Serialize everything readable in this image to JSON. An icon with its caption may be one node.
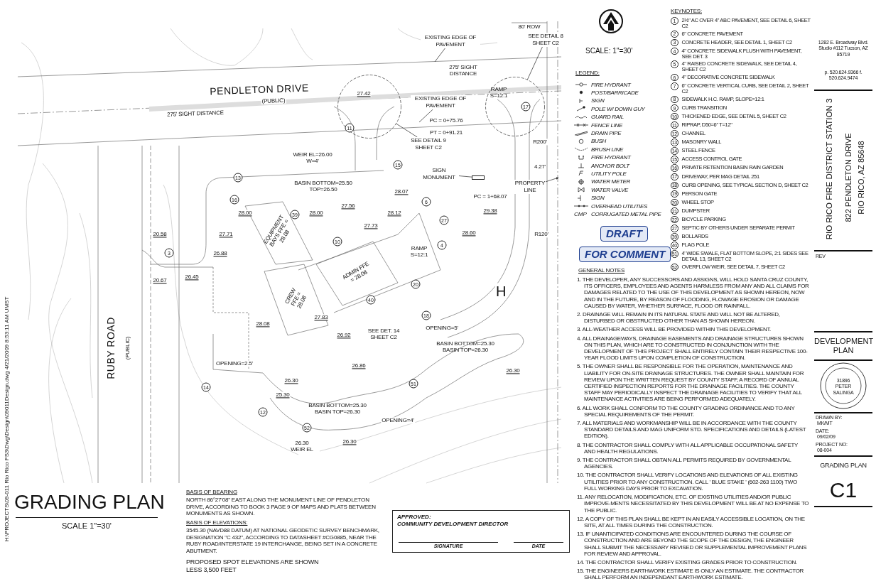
{
  "diagram": {
    "title": "GRADING PLAN",
    "nodes": [
      {
        "text": [
          "APPROVED:",
          "COMMUNITY DEVELOPMENT DIRECTOR",
          "SIGNATURE",
          "DATE"
        ]
      },
      {
        "text": [
          "DRAFT"
        ]
      },
      {
        "text": [
          "FOR COMMENT"
        ]
      },
      {
        "text": [
          "SIGN MONUMENT"
        ]
      },
      {
        "text": [],
        "shape": "box"
      },
      {
        "text": [
          "PROPERTY LINE"
        ]
      },
      {
        "text": [
          "SEE DETAIL 9 SHEET C2"
        ]
      },
      {
        "text": [],
        "shape": "circle"
      },
      {
        "text": [
          "SEE DETAIL 8 SHEET C2"
        ]
      },
      {
        "text": [],
        "shape": "circle"
      },
      {
        "text": [
          "EXISTING EDGE OF PAVEMENT"
        ]
      },
      {
        "text": [
          "EXISTING EDGE OF PAVEMENT"
        ]
      }
    ],
    "edges": [
      {
        "from": 3,
        "to": 4,
        "arrow": "none"
      },
      {
        "from": 5,
        "to": null,
        "arrow": "to"
      },
      {
        "from": 6,
        "to": 7,
        "arrow": "none"
      },
      {
        "from": 8,
        "to": 9,
        "arrow": "none"
      },
      {
        "from": 10,
        "to": null,
        "arrow": "none"
      },
      {
        "from": 11,
        "to": null,
        "arrow": "none"
      }
    ],
    "labels": [
      "H:\\PROJECTS\\09-011 Rio Rico FS3\\Dwg\\Design\\09011Design.dwg   4/21/2009   8:53:11 AM UMST",
      "PENDLETON DRIVE",
      "(PUBLIC)",
      "275' SIGHT DISTANCE",
      "275' SIGHT DISTANCE",
      "80' ROW",
      "RUBY ROAD",
      "(PUBLIC)",
      "EQUIPMENT BAYS FFE = 28.08",
      "ADMIN FFE = 28.08",
      "CREW FFE = 28.08",
      "WEIR EL=26.00 W=4'",
      "BASIN BOTTOM=25.50 TOP=26.50",
      "RAMP S=12:1",
      "RAMP S=12:1",
      "BASIN BOTTOM=25.30 BASIN TOP=26.30",
      "BASIN BOTTOM=25.30 BASIN TOP=26.30",
      "OPENING=5'",
      "OPENING=2.5'",
      "OPENING=4'",
      "SEE DET. 14 SHEET C2",
      "26.30 WEIR EL",
      "H",
      "PC = 0+75.76",
      "PT = 0+91.21",
      "PC = 1+68.07",
      "R120'",
      "R200'",
      "4.27'",
      "28.00",
      "27.71",
      "26.88",
      "26.45",
      "28.00",
      "27.56",
      "27.73",
      "28.12",
      "29.38",
      "28.60",
      "28.08",
      "27.83",
      "26.92",
      "26.86",
      "26.30",
      "25.30",
      "26.30",
      "26.30",
      "20.58",
      "20.67",
      "27.42",
      "28.07",
      "13",
      "16",
      "15",
      "6",
      "10",
      "27",
      "4",
      "20",
      "40",
      "18",
      "51",
      "52",
      "12",
      "14",
      "3",
      "11",
      "17",
      "39",
      "SCALE: 1\"=30'",
      "LEGEND:",
      "KEYNOTES:",
      "1",
      "2½\" AC OVER 4\" ABC PAVEMENT, SEE DETAIL 6, SHEET C2",
      "2",
      "6\" CONCRETE PAVEMENT",
      "3",
      "CONCRETE HEADER, SEE DETAIL 1, SHEET C2",
      "4",
      "4\" CONCRETE SIDEWALK FLUSH WITH PAVEMENT, SEE DET. 3",
      "5",
      "4\" RAISED CONCRETE SIDEWALK, SEE DETAIL 4, SHEET C2",
      "6",
      "4\" DECORATIVE CONCRETE SIDEWALK",
      "7",
      "6\" CONCRETE VERTICAL CURB, SEE DETAIL 2, SHEET C2",
      "8",
      "SIDEWALK H.C. RAMP, SLOPE=12:1",
      "9",
      "CURB TRANSITION",
      "10",
      "THICKENED EDGE, SEE DETAIL 5, SHEET C2",
      "11",
      "RIPRAP, D50=6\" T=12\"",
      "12",
      "CHANNEL",
      "13",
      "MASONRY WALL",
      "14",
      "STEEL FENCE",
      "15",
      "ACCESS CONTROL GATE",
      "16",
      "PRIVATE RETENTION BASIN RAIN GARDEN",
      "17",
      "DRIVEWAY, PER MAG DETAIL 251",
      "18",
      "CURB OPENING, SEE TYPICAL SECTION D, SHEET C2",
      "19",
      "PERSON GATE",
      "20",
      "WHEEL STOP",
      "21",
      "DUMPSTER",
      "22",
      "BICYCLE PARKING",
      "27",
      "SEPTIC BY OTHERS UNDER SEPARATE PERMIT",
      "39",
      "BOLLARDS",
      "40",
      "FLAG POLE",
      "51",
      "4' WIDE SWALE, FLAT BOTTOM SLOPE, 2:1 SIDES SEE DETAIL 13, SHEET C2",
      "52",
      "OVERFLOW WEIR, SEE DETAIL 7, SHEET C2",
      "GENERAL NOTES",
      "1. THE DEVELOPER, ANY SUCCESSORS AND ASSIGNS, WILL HOLD SANTA CRUZ COUNTY, ITS OFFICERS, EMPLOYEES AND AGENTS HARMLESS FROM ANY AND ALL CLAIMS FOR DAMAGES RELATED TO THE USE OF THIS DEVELOPMENT AS SHOWN HEREON, NOW AND IN THE FUTURE, BY REASON OF FLOODING, FLOWAGE EROSION OR DAMAGE CAUSED BY WATER, WHETHER SURFACE, FLOOD OR RAINFALL.",
      "2. DRAINAGE WILL REMAIN IN ITS NATURAL STATE AND WILL NOT BE ALTERED, DISTURBED OR OBSTRUCTED OTHER THAN AS SHOWN HEREON.",
      "3. ALL-WEATHER ACCESS WILL BE PROVIDED WITHIN THIS DEVELOPMENT.",
      "4. ALL DRAINAGEWAYS, DRAINAGE EASEMENTS AND DRAINAGE STRUCTURES SHOWN ON THIS PLAN, WHICH ARE TO CONSTRUCTED IN CONJUNCTION WITH THE DEVELOPMENT OF THIS PROJECT SHALL ENTIRELY CONTAIN THEIR RESPECTIVE 100-YEAR FLOOD LIMITS UPON COMPLETION OF CONSTRUCTION.",
      "5. THE OWNER SHALL BE RESPONSIBLE FOR THE OPERATION, MAINTENANCE AND LIABILITY FOR ON-SITE DRAINAGE STRUCTURES. THE OWNER SHALL MAINTAIN FOR REVIEW UPON THE WRITTEN REQUEST BY COUNTY STAFF, A RECORD OF ANNUAL CERTIFIED INSPECTION REPORTS FOR THE DRAINAGE FACILITIES. THE COUNTY STAFF MAY PERIODICALLY INSPECT THE DRAINAGE FACILITIES TO VERIFY THAT ALL MAINTENANCE ACTIVITIES ARE BEING PERFORMED ADEQUATELY.",
      "6. ALL WORK SHALL CONFORM TO THE COUNTY GRADING ORDINANCE AND TO ANY SPECIAL REQUIREMENTS OF THE PERMIT.",
      "7. ALL MATERIALS AND WORKMANSHIP WILL BE IN ACCORDANCE WITH THE COUNTY STANDARD DETAILS AND MAG UNIFORM STD. SPECIFICATIONS AND DETAILS (LATEST EDITION).",
      "8. THE CONTRACTOR SHALL COMPLY WITH ALL APPLICABLE OCCUPATIONAL SAFETY AND HEALTH REGULATIONS.",
      "9. THE CONTRACTOR SHALL OBTAIN ALL PERMITS REQUIRED BY GOVERNMENTAL AGENCIES.",
      "10. THE CONTRACTOR SHALL VERIFY LOCATIONS AND ELEVATIONS OF ALL EXISTING UTILITIES PRIOR TO ANY CONSTRUCTION. CALL ' BLUE STAKE ' (602-263 1100) TWO FULL WORKING DAYS PRIOR TO EXCAVATION.",
      "11. ANY RELOCATION, MODIFICATION, ETC. OF EXISTING UTILITIES AND/OR PUBLIC IMPROVE-MENTS NECESSITATED BY THIS DEVELOPMENT WILL BE AT NO EXPENSE TO THE PUBLIC.",
      "12. A COPY OF THIS PLAN SHALL BE KEPT IN AN EASILY ACCESSIBLE LOCATION, ON THE SITE, AT ALL TIMES DURING THE CONSTRUCTION.",
      "13. IF UNANTICIPATED CONDITIONS ARE ENCOUNTERED DURING THE COURSE OF CONSTRUCTION AND ARE BEYOND THE SCOPE OF THE DESIGN, THE ENGINEER SHALL SUBMIT THE NECESSARY REVISED OR SUPPLEMENTAL IMPROVEMENT PLANS FOR REVIEW AND APPROVAL.",
      "14. THE CONTRACTOR SHALL VERIFY EXISTING GRADES PRIOR TO CONSTRUCTION.",
      "15. THE ENGINEERS EARTHWORK ESTIMATE IS ONLY AN ESTIMATE. THE CONTRACTOR SHALL PERFORM AN INDEPENDANT EARTHWORK ESTIMATE.",
      "1282 E. Broadway Blvd. Studio #112 Tucson, AZ 85719",
      "p. 520.624.9366 f. 520.624.9474",
      "RIO RICO FIRE DISTRICT STATION 3",
      "822 PENDLETON DRIVE",
      "RIO RICO, AZ 85648",
      "REV",
      "DEVELOPMENT PLAN",
      "31896 PETER SALINGA",
      "DRAWN BY:",
      "MK/MT",
      "DATE:",
      "09/02/09",
      "PROJECT NO:",
      "08-004",
      "GRADING PLAN",
      "C1",
      "SCALE 1\"=30'",
      "BASIS OF BEARING",
      "NORTH 86°27'08\" EAST ALONG THE MONUMENT LINE OF PENDLETON DRIVE, ACCORDING TO BOOK 3 PAGE 9 OF MAPS AND PLATS BETWEEN MONUMENTS AS SHOWN.",
      "BASIS OF ELEVATIONS:",
      "3545.30 (NAVD88 DATUM) AT NATIONAL GEODETIC SURVEY BENCHMARK, DESIGNATION \"C 432\", ACCORDING TO DATASHEET #CG0885, NEAR THE RUBY ROAD/INTERSTATE 19 INTERCHANGE, BEING SET IN A CONCRETE ABUTMENT.",
      "PROPOSED SPOT ELEVATIONS ARE SHOWN LESS 3,500 FEET",
      "CMP"
    ],
    "legend": [
      {
        "text": "FIRE HYDRANT"
      },
      {
        "text": "POST/BARRICADE"
      },
      {
        "text": "SIGN"
      },
      {
        "text": "POLE W/ DOWN GUY"
      },
      {
        "text": "GUARD RAIL"
      },
      {
        "text": "FENCE LINE"
      },
      {
        "text": "DRAIN PIPE"
      },
      {
        "text": "BUSH"
      },
      {
        "text": "BRUSH LINE"
      },
      {
        "text": "FIRE HYDRANT"
      },
      {
        "text": "ANCHOR BOLT"
      },
      {
        "text": "UTILITY POLE"
      },
      {
        "text": "WATER METER"
      },
      {
        "text": "WATER VALVE"
      },
      {
        "text": "SIGN"
      },
      {
        "text": "OVERHEAD UTILITIES"
      },
      {
        "text": "CORRUGATED METAL PIPE"
      }
    ]
  }
}
